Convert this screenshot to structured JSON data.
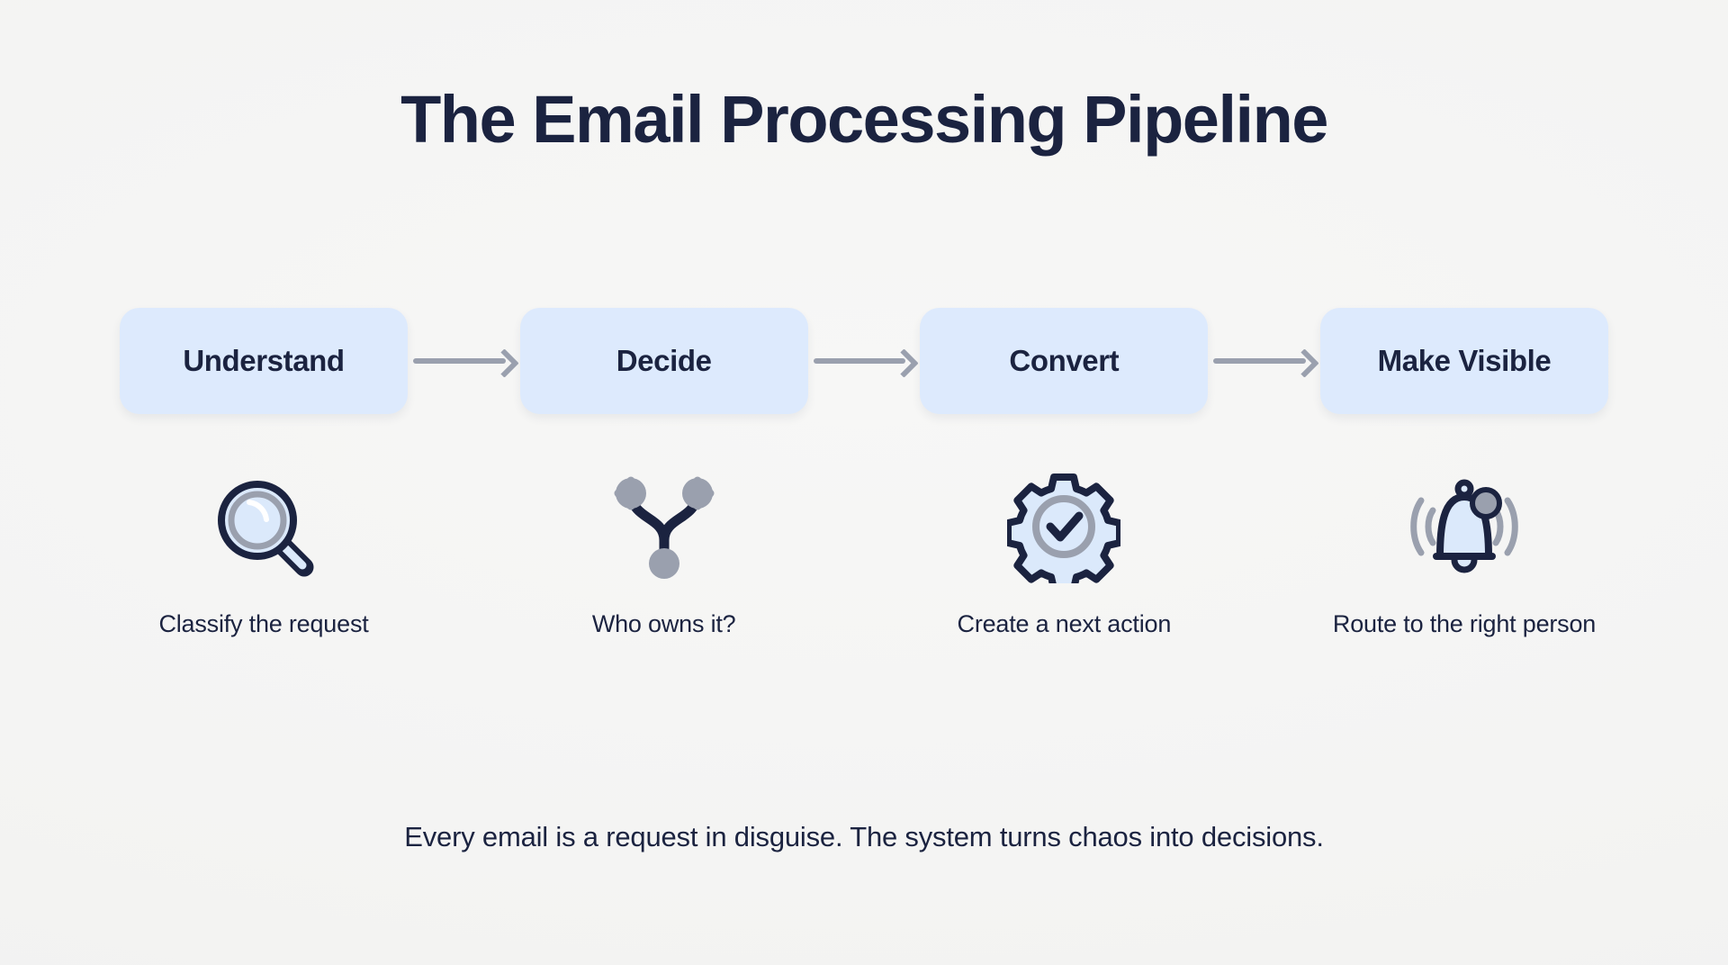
{
  "title": "The Email Processing Pipeline",
  "footnote": "Every email is a request in disguise. The system turns chaos into decisions.",
  "colors": {
    "background": "#f5f5f4",
    "box_fill": "#ddeafd",
    "ink": "#1b2340",
    "arrow_gray": "#9aa0ae",
    "icon_fill": "#dbe9fb",
    "icon_accent_gray": "#9aa0ae"
  },
  "steps": [
    {
      "label": "Understand",
      "caption": "Classify the request",
      "icon": "magnifier-icon"
    },
    {
      "label": "Decide",
      "caption": "Who owns it?",
      "icon": "decision-fork-icon"
    },
    {
      "label": "Convert",
      "caption": "Create a next action",
      "icon": "gear-check-icon"
    },
    {
      "label": "Make Visible",
      "caption": "Route to the right person",
      "icon": "bell-notification-icon"
    }
  ],
  "connectors": [
    {
      "name": "arrow-understand-to-decide"
    },
    {
      "name": "arrow-decide-to-convert"
    },
    {
      "name": "arrow-convert-to-make-visible"
    }
  ]
}
